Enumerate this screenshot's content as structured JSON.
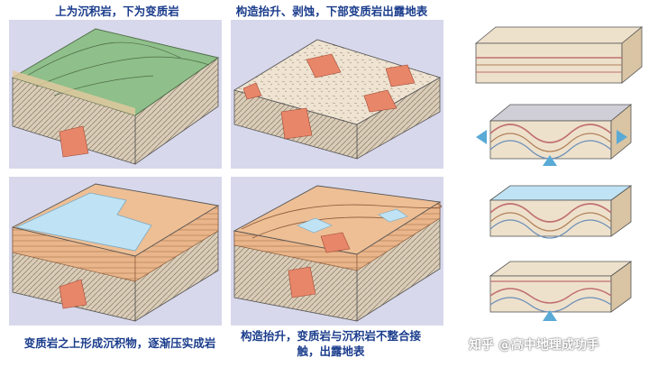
{
  "captions": {
    "top_left": "上为沉积岩，下为变质岩",
    "top_middle": "构造抬升、剥蚀，下部变质岩出露地表",
    "bottom_left": "变质岩之上形成沉积物，逐渐压实成岩",
    "bottom_middle": "构造抬升，变质岩与沉积岩不整合接触，出露地表"
  },
  "watermark": "知乎 @高中地理成功手",
  "colors": {
    "panel_bg": "#d8d8ec",
    "vegetation": "#8fbf8a",
    "rock_surface": "#efe3d2",
    "metamorphic_patch": "#e8866a",
    "water": "#bfe3f4",
    "sediment_layer": "#e8b78a",
    "arrow": "#5aaad6",
    "caption_text": "#1a3c8c"
  }
}
